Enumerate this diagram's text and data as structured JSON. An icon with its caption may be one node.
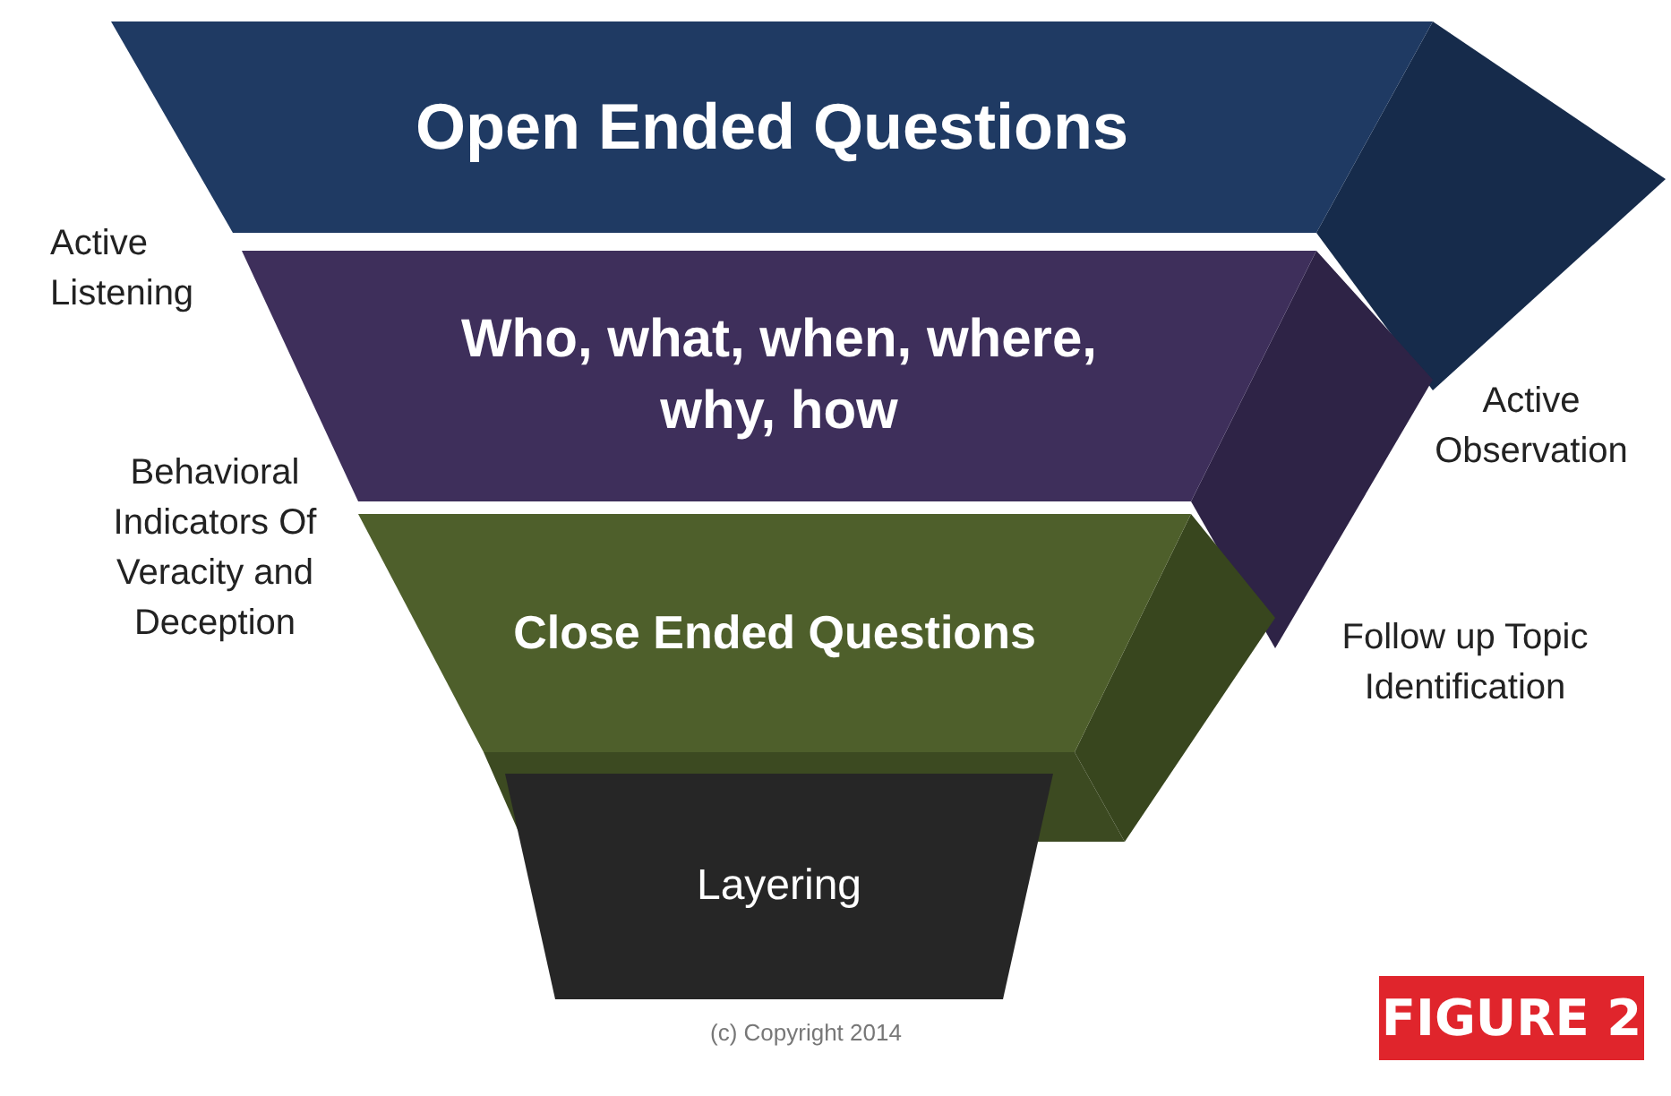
{
  "diagram": {
    "nodes": [
      {
        "text": [
          "Open Ended Questions"
        ]
      },
      {
        "text": [
          "Who, what, when, where, why, how"
        ]
      },
      {
        "text": [
          "Close Ended Questions"
        ]
      },
      {
        "text": [
          "Layering"
        ]
      }
    ],
    "labels": [
      "Active Listening",
      "Behavioral Indicators Of Veracity and Deception",
      "Active Observation",
      "Follow up Topic Identification",
      "(c) Copyright 2014",
      "FIGURE 2"
    ]
  }
}
